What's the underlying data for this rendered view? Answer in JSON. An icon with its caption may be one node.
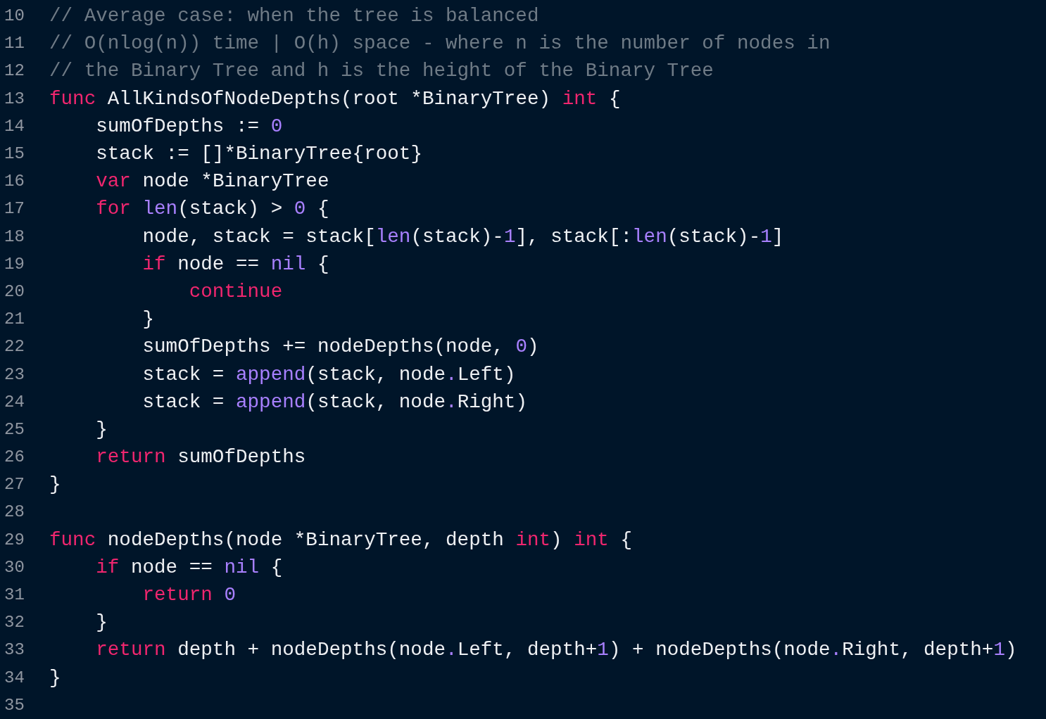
{
  "diagram": {
    "labels": [
      "10",
      "// Average case: when the tree is balanced",
      "11",
      "// O(nlog(n)) time | O(h) space - where n is the number of nodes in",
      "12",
      "// the Binary Tree and h is the height of the Binary Tree",
      "13",
      "func AllKindsOfNodeDepths(root *BinaryTree) int {",
      "14",
      "    sumOfDepths := 0",
      "15",
      "    stack := []*BinaryTree{root}",
      "16",
      "    var node *BinaryTree",
      "17",
      "    for len(stack) > 0 {",
      "18",
      "        node, stack = stack[len(stack)-1], stack[:len(stack)-1]",
      "19",
      "        if node == nil {",
      "20",
      "            continue",
      "21",
      "        }",
      "22",
      "        sumOfDepths += nodeDepths(node, 0)",
      "23",
      "        stack = append(stack, node.Left)",
      "24",
      "        stack = append(stack, node.Right)",
      "25",
      "    }",
      "26",
      "    return sumOfDepths",
      "27",
      "}",
      "28",
      "29",
      "func nodeDepths(node *BinaryTree, depth int) int {",
      "30",
      "    if node == nil {",
      "31",
      "        return 0",
      "32",
      "    }",
      "33",
      "    return depth + nodeDepths(node.Left, depth+1) + nodeDepths(node.Right, depth+1)",
      "34",
      "}",
      "35"
    ]
  }
}
